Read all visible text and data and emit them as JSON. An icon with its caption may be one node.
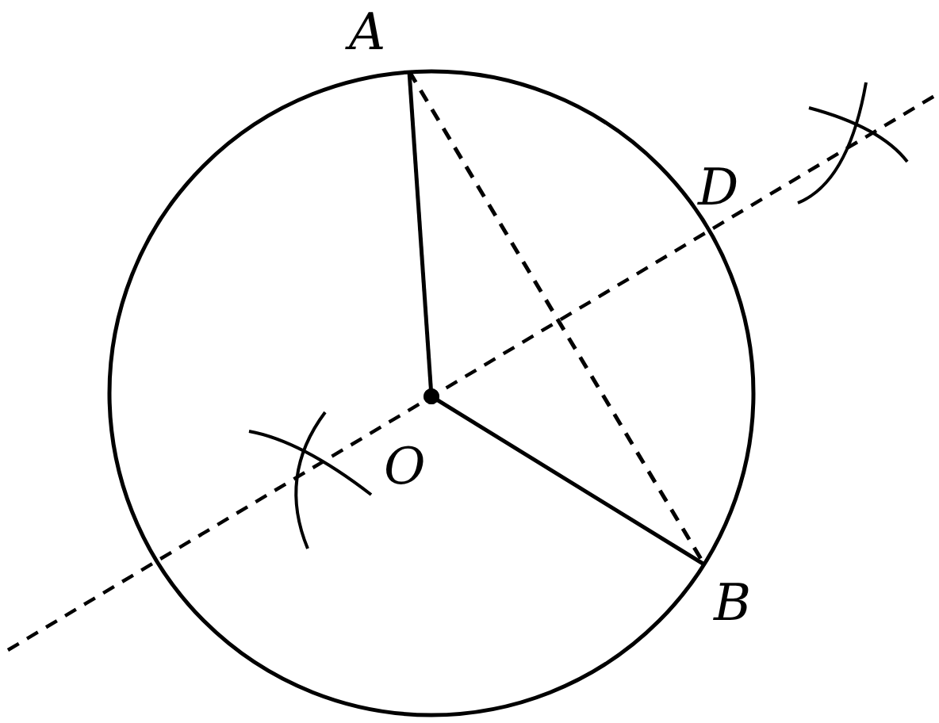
{
  "diagram": {
    "nodes": [
      {
        "text": [
          "A"
        ]
      },
      {
        "text": [
          "O"
        ]
      },
      {
        "text": [
          "B"
        ]
      },
      {
        "text": [
          "D"
        ]
      }
    ],
    "edges": [
      {
        "from": 1,
        "to": 0,
        "arrow": "other"
      },
      {
        "from": 1,
        "to": 2,
        "arrow": "other"
      },
      {
        "from": 0,
        "to": 2,
        "arrow": "none",
        "style": "dashed"
      }
    ]
  }
}
